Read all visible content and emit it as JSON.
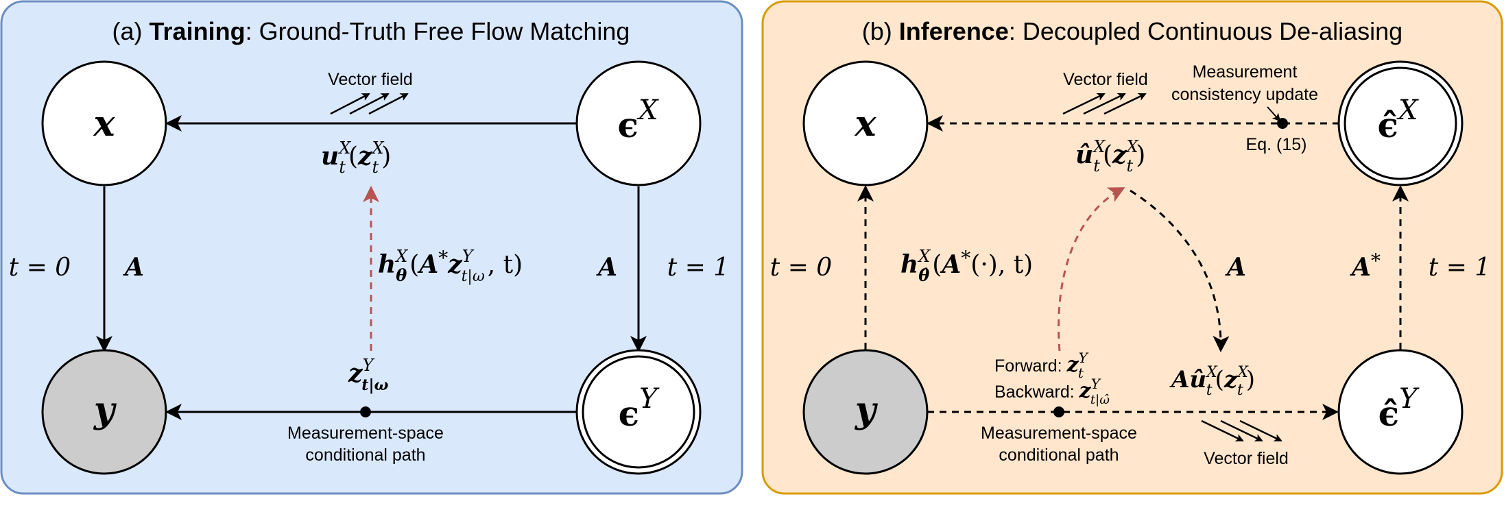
{
  "panel_a": {
    "prefix": "(a) ",
    "bold": "Training",
    "rest": ": Ground-Truth Free Flow Matching",
    "vector_field": "Vector field",
    "node_x": "x",
    "node_y": "y",
    "node_eps_base": "ϵ",
    "node_eps_x_sup": "X",
    "node_eps_y_sup": "Y",
    "label_t0": "t = 0",
    "label_t1": "t = 1",
    "label_A_left": "A",
    "label_A_right": "A",
    "u_base": "u",
    "u_sup": "X",
    "u_sub": "t",
    "u_arg_open": "(",
    "u_arg_base": "z",
    "u_arg_sup": "X",
    "u_arg_sub": "t",
    "u_arg_close": ")",
    "h_base": "h",
    "h_sup": "X",
    "h_sub": "θ",
    "h_open": "(",
    "h_A": "A",
    "h_star": "*",
    "h_z": "z",
    "h_z_sup": "Y",
    "h_z_sub": "t|ω",
    "h_close": ", t)",
    "z_base": "z",
    "z_sup": "Y",
    "z_sub": "t|ω",
    "path_line1": "Measurement-space",
    "path_line2": "conditional path"
  },
  "panel_b": {
    "prefix": "(b) ",
    "bold": "Inference",
    "rest": ": Decoupled Continuous De-aliasing",
    "vector_field_top": "Vector field",
    "vector_field_bottom": "Vector field",
    "measurement_line1": "Measurement",
    "measurement_line2": "consistency update",
    "eq_label": "Eq. (15)",
    "node_x": "x",
    "node_y": "y",
    "node_eps_base": "ϵ̂",
    "node_eps_x_sup": "X",
    "node_eps_y_sup": "Y",
    "label_t0": "t = 0",
    "label_t1": "t = 1",
    "label_A": "A",
    "label_Astar": "A",
    "label_Astar_sup": "*",
    "u_base": "û",
    "u_sup": "X",
    "u_sub": "t",
    "u_arg_open": "(",
    "u_arg_base": "z",
    "u_arg_sup": "X",
    "u_arg_sub": "t",
    "u_arg_close": ")",
    "h_base": "h",
    "h_sup": "X",
    "h_sub": "θ̂",
    "h_open": "(",
    "h_A": "A",
    "h_star": "*",
    "h_rest": "(·), t)",
    "Au_A": "A",
    "Au_u": "û",
    "Au_sup": "X",
    "Au_sub": "t",
    "Au_arg_open": "(",
    "Au_arg_base": "z",
    "Au_arg_sup": "X",
    "Au_arg_sub": "t",
    "Au_arg_close": ")",
    "forward_label": "Forward: ",
    "forward_z": "z",
    "forward_sup": "Y",
    "forward_sub": "t",
    "backward_label": "Backward: ",
    "backward_z": "z",
    "backward_sup": "Y",
    "backward_sub": "t|ω̂",
    "path_line1": "Measurement-space",
    "path_line2": "conditional path"
  },
  "colors": {
    "panel_a_fill": "#dae8fc",
    "panel_a_stroke": "#6c8ebf",
    "panel_b_fill": "#ffe6cc",
    "panel_b_stroke": "#d79b00",
    "node_fill": "#ffffff",
    "observed_node_fill": "#cccccc",
    "red_arrow": "#b85450"
  }
}
